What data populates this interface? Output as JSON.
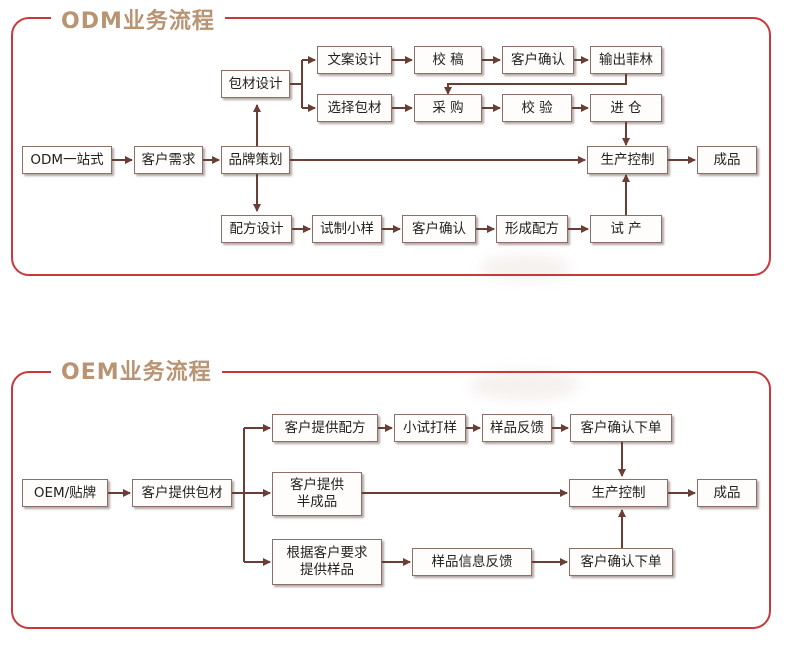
{
  "colors": {
    "frame": "#c8393b",
    "title": "#b89472",
    "arrow": "#6b3e35",
    "box_border": "#8a7066"
  },
  "odm": {
    "title": "ODM业务流程",
    "nodes": {
      "odm_one_stop": "ODM一站式",
      "client_needs": "客户需求",
      "brand_planning": "品牌策划",
      "packaging_design": "包材设计",
      "copy_design": "文案设计",
      "draft": "校 稿",
      "client_confirm_1": "客户确认",
      "output_film": "输出菲林",
      "select_packaging": "选择包材",
      "purchase": "采 购",
      "inspection": "校 验",
      "warehouse_in": "进 仓",
      "production_control": "生产控制",
      "finished_product": "成品",
      "formula_design": "配方设计",
      "trial_sample": "试制小样",
      "client_confirm_2": "客户确认",
      "final_formula": "形成配方",
      "trial_production": "试 产"
    }
  },
  "oem": {
    "title": "OEM业务流程",
    "nodes": {
      "oem_label": "OEM/贴牌",
      "client_packaging": "客户提供包材",
      "client_formula": "客户提供配方",
      "small_trial": "小试打样",
      "sample_feedback": "样品反馈",
      "client_confirm_order_1": "客户确认下单",
      "client_semi_finished": "客户提供\n半成品",
      "sample_per_request": "根据客户要求\n提供样品",
      "sample_info_feedback": "样品信息反馈",
      "client_confirm_order_2": "客户确认下单",
      "production_control": "生产控制",
      "finished_product": "成品"
    }
  }
}
